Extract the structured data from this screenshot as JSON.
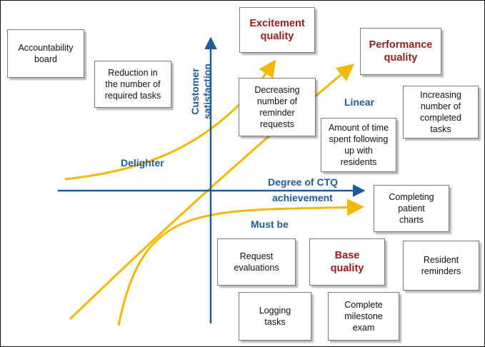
{
  "colors": {
    "axis": "#1f5a9e",
    "curve": "#f5b800",
    "quality": "#9c1c1c"
  },
  "axes": {
    "y_label": "Customer\nsatisfaction",
    "x_label": "Degree of CTQ",
    "x_label_2": "achievement"
  },
  "curves": {
    "delighter": "Delighter",
    "linear": "Linear",
    "must_be": "Must be"
  },
  "quality": {
    "excitement": "Excitement\nquality",
    "performance": "Performance\nquality",
    "base": "Base\nquality"
  },
  "items": {
    "accountability_board": "Accountability\nboard",
    "reduction_tasks": "Reduction in\nthe number of\nrequired tasks",
    "decreasing_reminders": "Decreasing\nnumber of\nreminder\nrequests",
    "increasing_tasks": "Increasing\nnumber of\ncompleted\ntasks",
    "time_following_up": "Amount of time\nspent following\nup with\nresidents",
    "completing_charts": "Completing\npatient\ncharts",
    "request_evaluations": "Request\nevaluations",
    "resident_reminders": "Resident\nreminders",
    "logging_tasks": "Logging\ntasks",
    "milestone_exam": "Complete\nmilestone\nexam"
  }
}
